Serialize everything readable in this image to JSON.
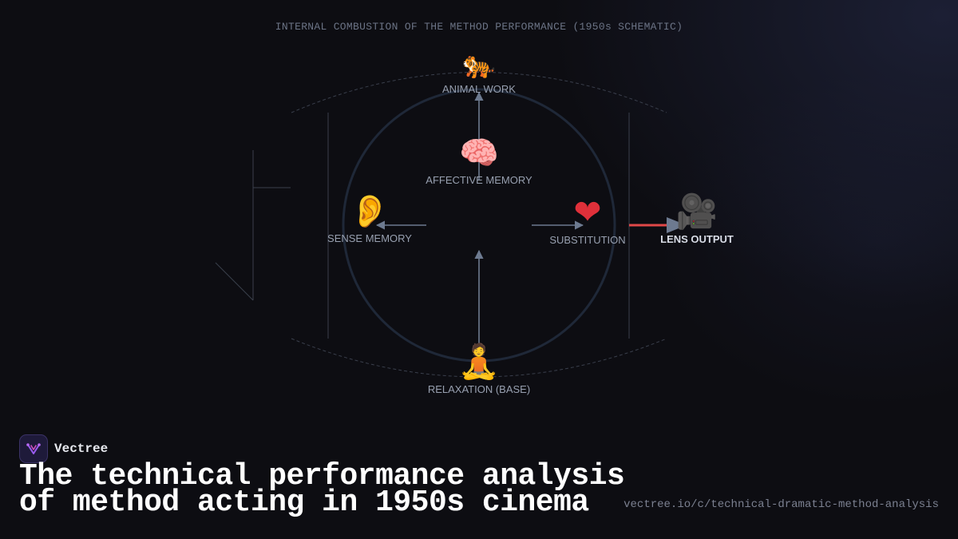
{
  "diagram": {
    "title": "INTERNAL COMBUSTION OF THE METHOD PERFORMANCE (1950s SCHEMATIC)",
    "nodes": {
      "animal_work": {
        "icon": "tiger-icon",
        "glyph": "🐅",
        "label": "ANIMAL WORK"
      },
      "affective_memory": {
        "icon": "brain-icon",
        "glyph": "🧠",
        "label": "AFFECTIVE MEMORY"
      },
      "sense_memory": {
        "icon": "ear-icon",
        "glyph": "👂",
        "label": "SENSE MEMORY"
      },
      "substitution": {
        "icon": "heart-icon",
        "glyph": "❤",
        "label": "SUBSTITUTION"
      },
      "lens_output": {
        "icon": "movie-camera-icon",
        "glyph": "🎥",
        "label": "LENS OUTPUT"
      },
      "relaxation": {
        "icon": "meditating-person-icon",
        "glyph": "🧘",
        "label": "RELAXATION (BASE)"
      }
    },
    "colors": {
      "arrow": "#6d7a90",
      "output_arrow": "#e04848",
      "circle": "#1f2838",
      "guides": "#3a3f4c"
    }
  },
  "brand": {
    "logo_icon": "vectree-logo-icon",
    "name": "Vectree"
  },
  "headline": {
    "line1": "The technical performance analysis",
    "line2": "of method acting in 1950s cinema"
  },
  "url": "vectree.io/c/technical-dramatic-method-analysis"
}
